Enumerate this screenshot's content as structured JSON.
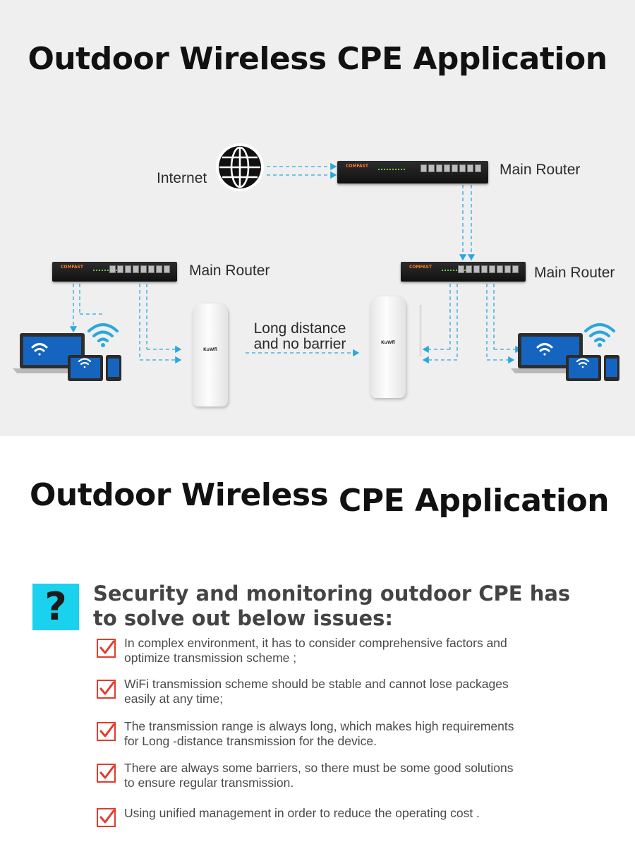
{
  "titles": {
    "top": "Outdoor Wireless  CPE Application",
    "second_a": "Outdoor Wireless",
    "second_b": "CPE Application"
  },
  "diagram": {
    "internet_label": "Internet",
    "router_top_label": "Main Router",
    "router_left_label": "Main Router",
    "router_right_label": "Main Router",
    "link_label_line1": "Long distance",
    "link_label_line2": "and no barrier",
    "router_brand": "COMFAST",
    "cpe_logo": "KuWfi"
  },
  "issues": {
    "heading_line1": "Security and monitoring outdoor CPE has",
    "heading_line2": "to solve out below issues:",
    "question_mark": "?",
    "items": [
      {
        "line1": "In complex environment, it has to consider comprehensive factors and",
        "line2": "optimize transmission scheme ;"
      },
      {
        "line1": "WiFi transmission scheme should be stable and cannot lose packages",
        "line2": "easily at any time;"
      },
      {
        "line1": "The transmission range is always long, which makes high requirements",
        "line2": "for Long -distance transmission for the device."
      },
      {
        "line1": "There are always some barriers, so there must be some good solutions",
        "line2": "to ensure regular transmission."
      },
      {
        "line1": "Using unified management in order to reduce the operating cost .",
        "line2": ""
      }
    ]
  },
  "colors": {
    "top_background": "#efefef",
    "arrow": "#2aa7dd",
    "check": "#e23b2e",
    "question_box": "#1ad1ee",
    "router_brand": "#ff7a2a"
  }
}
